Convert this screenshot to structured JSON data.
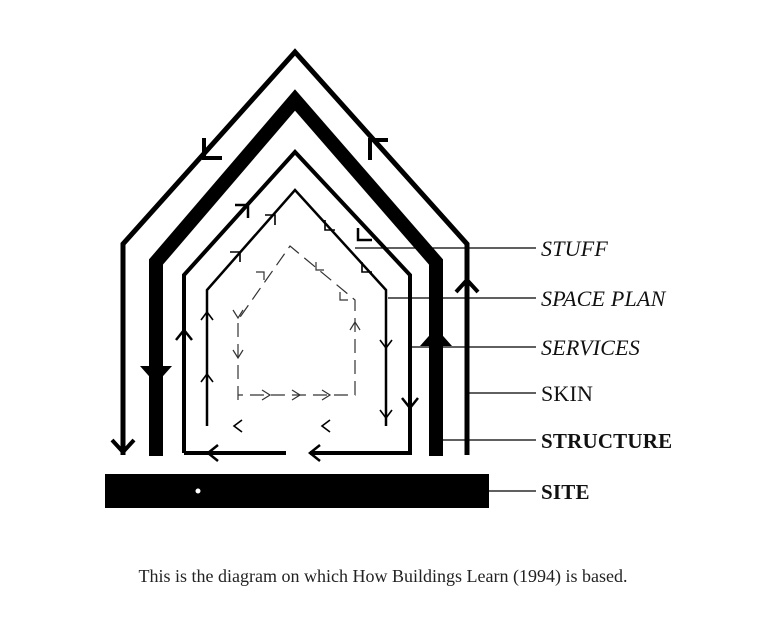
{
  "layers": {
    "stuff": "STUFF",
    "space_plan": "SPACE PLAN",
    "services": "SERVICES",
    "skin": "SKIN",
    "structure": "STRUCTURE",
    "site": "SITE"
  },
  "caption": "This is the diagram on which How Buildings Learn (1994) is based.",
  "colors": {
    "ink": "#000000",
    "background": "#ffffff"
  }
}
